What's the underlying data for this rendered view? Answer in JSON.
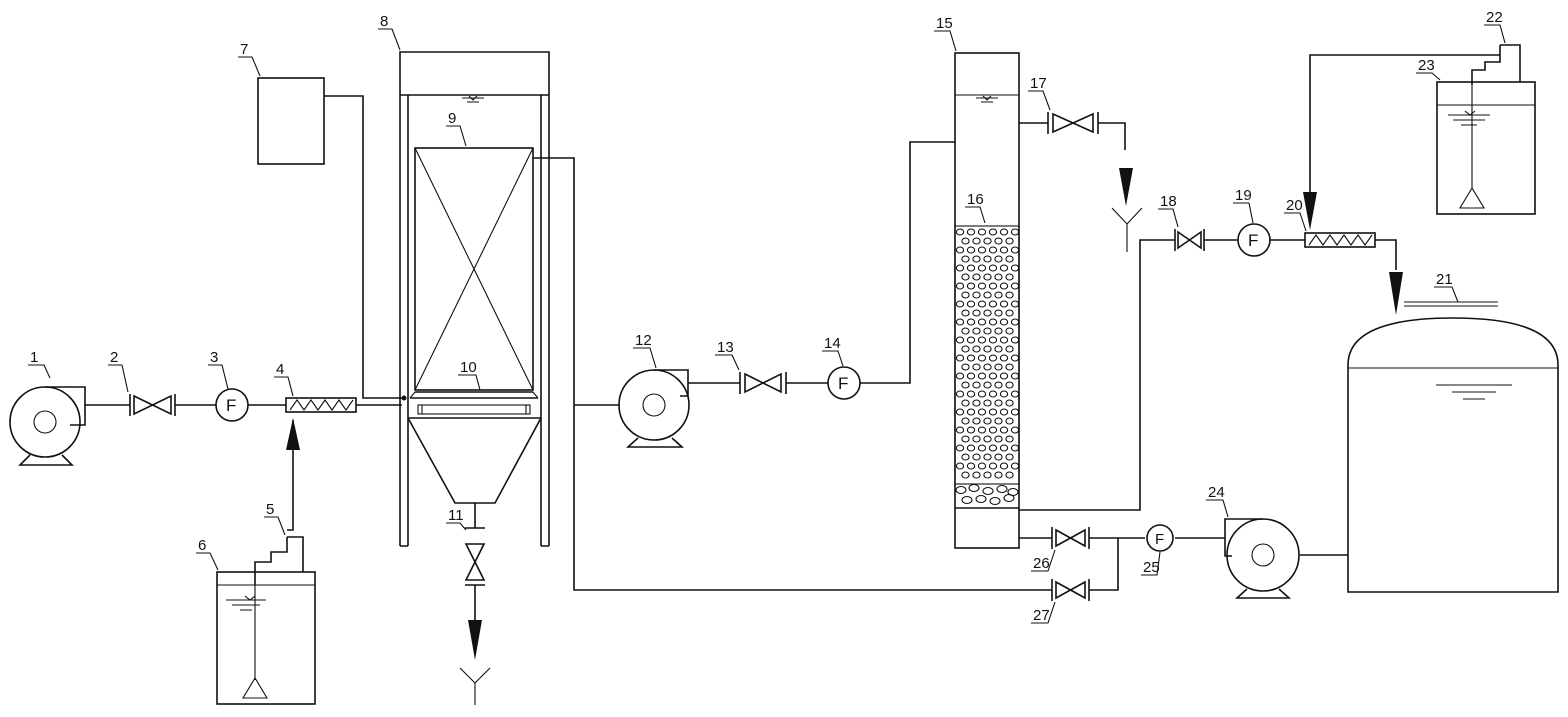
{
  "diagram": {
    "colors": {
      "line": "#111111",
      "background": "#ffffff"
    },
    "components": [
      {
        "id": "1",
        "label": "1",
        "icon": "pump-icon"
      },
      {
        "id": "2",
        "label": "2",
        "icon": "valve-icon"
      },
      {
        "id": "3",
        "label": "3",
        "icon": "flowmeter-icon"
      },
      {
        "id": "4",
        "label": "4",
        "icon": "static-mixer-icon"
      },
      {
        "id": "5",
        "label": "5",
        "icon": "dosing-pump-icon"
      },
      {
        "id": "6",
        "label": "6",
        "icon": "tank-icon"
      },
      {
        "id": "7",
        "label": "7",
        "icon": "controller-box-icon"
      },
      {
        "id": "8",
        "label": "8",
        "icon": "reactor-column-icon"
      },
      {
        "id": "9",
        "label": "9",
        "icon": "packing-icon"
      },
      {
        "id": "10",
        "label": "10",
        "icon": "distributor-plate-icon"
      },
      {
        "id": "11",
        "label": "11",
        "icon": "valve-icon"
      },
      {
        "id": "12",
        "label": "12",
        "icon": "pump-icon"
      },
      {
        "id": "13",
        "label": "13",
        "icon": "valve-icon"
      },
      {
        "id": "14",
        "label": "14",
        "icon": "flowmeter-icon"
      },
      {
        "id": "15",
        "label": "15",
        "icon": "filter-column-icon"
      },
      {
        "id": "16",
        "label": "16",
        "icon": "filter-media-icon"
      },
      {
        "id": "17",
        "label": "17",
        "icon": "valve-icon"
      },
      {
        "id": "18",
        "label": "18",
        "icon": "valve-icon"
      },
      {
        "id": "19",
        "label": "19",
        "icon": "flowmeter-icon"
      },
      {
        "id": "20",
        "label": "20",
        "icon": "static-mixer-icon"
      },
      {
        "id": "21",
        "label": "21",
        "icon": "storage-tank-icon"
      },
      {
        "id": "22",
        "label": "22",
        "icon": "dosing-pump-icon"
      },
      {
        "id": "23",
        "label": "23",
        "icon": "tank-icon"
      },
      {
        "id": "24",
        "label": "24",
        "icon": "pump-icon"
      },
      {
        "id": "25",
        "label": "25",
        "icon": "flowmeter-icon"
      },
      {
        "id": "26",
        "label": "26",
        "icon": "valve-icon"
      },
      {
        "id": "27",
        "label": "27",
        "icon": "valve-icon"
      }
    ],
    "flowmeter_symbol": "F",
    "icons": {
      "drain": "drain-icon",
      "arrow": "flow-arrow-icon",
      "water_level": "water-level-icon"
    }
  }
}
